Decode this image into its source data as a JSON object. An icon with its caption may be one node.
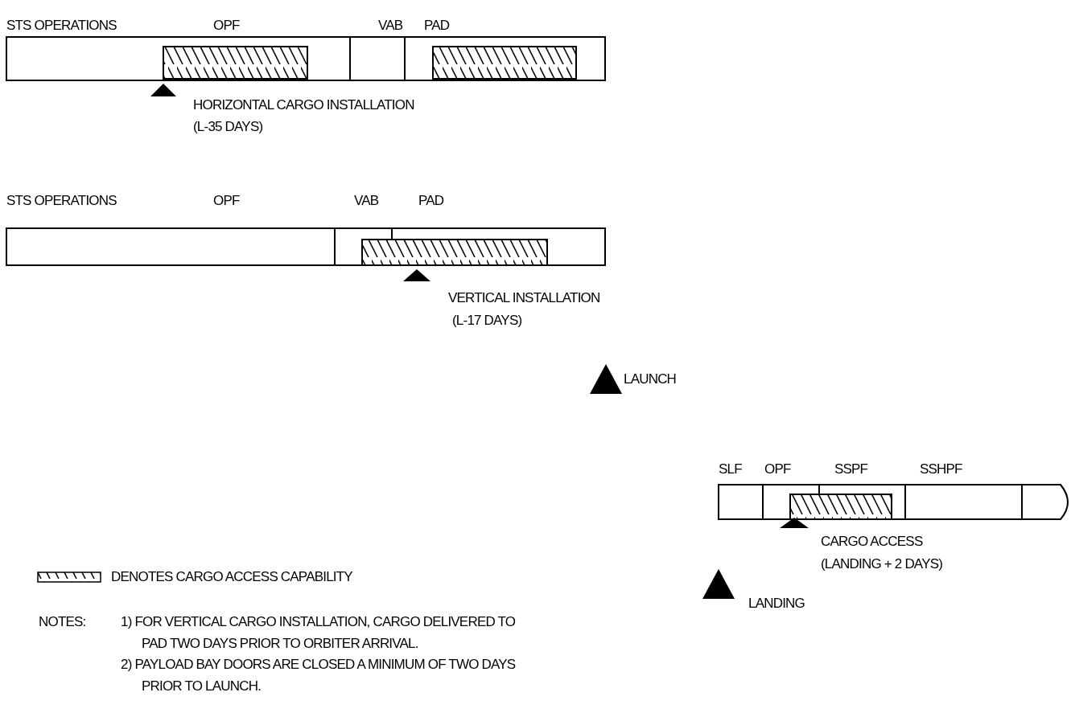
{
  "diagram": {
    "labels": [
      "STS OPERATIONS",
      "OPF",
      "VAB",
      "PAD",
      "HORIZONTAL CARGO INSTALLATION",
      "(L-35 DAYS)",
      "STS OPERATIONS",
      "OPF",
      "VAB",
      "PAD",
      "VERTICAL INSTALLATION",
      "(L-17 DAYS)",
      "LAUNCH",
      "SLF",
      "OPF",
      "SSPF",
      "SSHPF",
      "CARGO ACCESS",
      "(LANDING + 2 DAYS)",
      "LANDING",
      "NOTES:",
      "1) FOR VERTICAL CARGO INSTALLATION, CARGO DELIVERED TO PAD TWO DAYS PRIOR TO ORBITER ARRIVAL.",
      "2) PAYLOAD BAY DOORS ARE CLOSED A MINIMUM OF TWO DAYS PRIOR TO LAUNCH."
    ],
    "legend": [
      {
        "text": "DENOTES CARGO ACCESS CAPABILITY"
      }
    ]
  }
}
